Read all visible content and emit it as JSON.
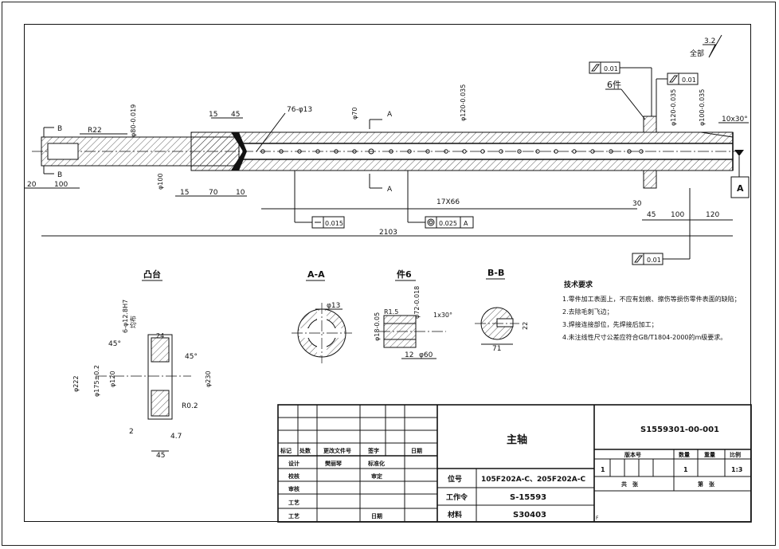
{
  "drawing": {
    "roughness_value": "3.2",
    "roughness_scope": "全部",
    "flatness_value": "0.01",
    "perpendicularity_value": "0.015",
    "coaxiality_value": "0.025",
    "datum": "A",
    "welded_part": "6件",
    "dims": {
      "r22": "R22",
      "d80": "φ80-0.019",
      "d100_left": "φ100",
      "d70": "φ70",
      "d120": "φ120-0.035",
      "d120b": "φ120-0.035",
      "d100_right": "φ100-0.035",
      "holes": "76-φ13",
      "chamfer": "10x30°",
      "d15_top": "15",
      "d45_top": "45",
      "d20": "20",
      "d100_bottom": "100",
      "d15_bottom": "15",
      "d70_bottom": "70",
      "d10": "10",
      "d17x66": "17X66",
      "d30": "30",
      "d45_bottom": "45",
      "d100_b2": "100",
      "d120_b": "120",
      "total": "2103"
    },
    "section_marks": {
      "b": "B",
      "a": "A"
    }
  },
  "views": {
    "boss": {
      "title": "凸台",
      "angle1": "45°",
      "angle2": "45°",
      "d222": "φ222",
      "d175": "φ175±0.2",
      "d120": "φ120",
      "d230": "φ230",
      "holes": "6-φ12.8H7",
      "holes_note": "均布",
      "r02": "R0.2",
      "d24": "24",
      "d2": "2",
      "d47": "4.7",
      "d45": "45"
    },
    "section_a": {
      "title": "A-A",
      "d13": "φ13"
    },
    "detail": {
      "title": "件6",
      "r15": "R1.5",
      "d18": "φ18-0.05",
      "d72": "φ72-0.018",
      "chamfer": "1x30°",
      "d12": "12",
      "d60": "φ60"
    },
    "section_b": {
      "title": "B-B",
      "d71": "71",
      "d22": "22"
    }
  },
  "notes": {
    "title": "技术要求",
    "items": [
      "1.零件加工表面上，不应有划痕、擦伤等损伤零件表面的缺陷；",
      "2.去除毛刺飞边；",
      "3.焊接连接部位，先焊接后加工；",
      "4.未注线性尺寸公差应符合GB/T1804-2000的m级要求。"
    ]
  },
  "title_block": {
    "part_name": "主轴",
    "drawing_no": "S1559301-00-001",
    "row_labels": [
      "标记",
      "处数",
      "更改文件号",
      "签字",
      "日期"
    ],
    "design": "设计",
    "design_name": "樊丽琴",
    "standardize": "标准化",
    "check": "校核",
    "review": "审定",
    "audit": "审核",
    "process": "工艺",
    "date": "日期",
    "position_label": "位号",
    "position_value": "105F202A-C、205F202A-C",
    "work_order_label": "工作令",
    "work_order_value": "S-15593",
    "material_label": "材料",
    "material_value": "S30403",
    "version_label": "版本号",
    "qty_label": "数量",
    "weight_label": "重量",
    "scale_label": "比例",
    "version_value": "1",
    "qty_value": "1",
    "scale_value": "1:3",
    "sheets_total": "共　张",
    "sheet_no": "第　张",
    "f_mark": "F"
  }
}
